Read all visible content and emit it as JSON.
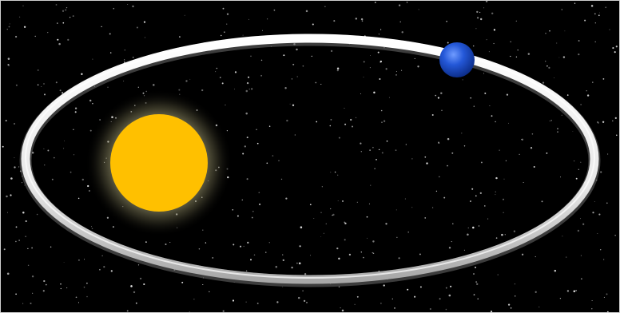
{
  "scene": {
    "subject": "orbit",
    "colors": {
      "space": "#000000",
      "star_dots": "#e8e8e8",
      "orbit_ring": "#f2f2f2",
      "orbit_shadow": "#8a8a8a",
      "sun_core": "#ffc000",
      "sun_glow": "#fff6c8",
      "planet": "#1f4fd1",
      "planet_highlight": "#5d8dff"
    },
    "icons": [
      "sun-icon",
      "planet-icon",
      "orbit-ellipse",
      "starfield"
    ]
  }
}
